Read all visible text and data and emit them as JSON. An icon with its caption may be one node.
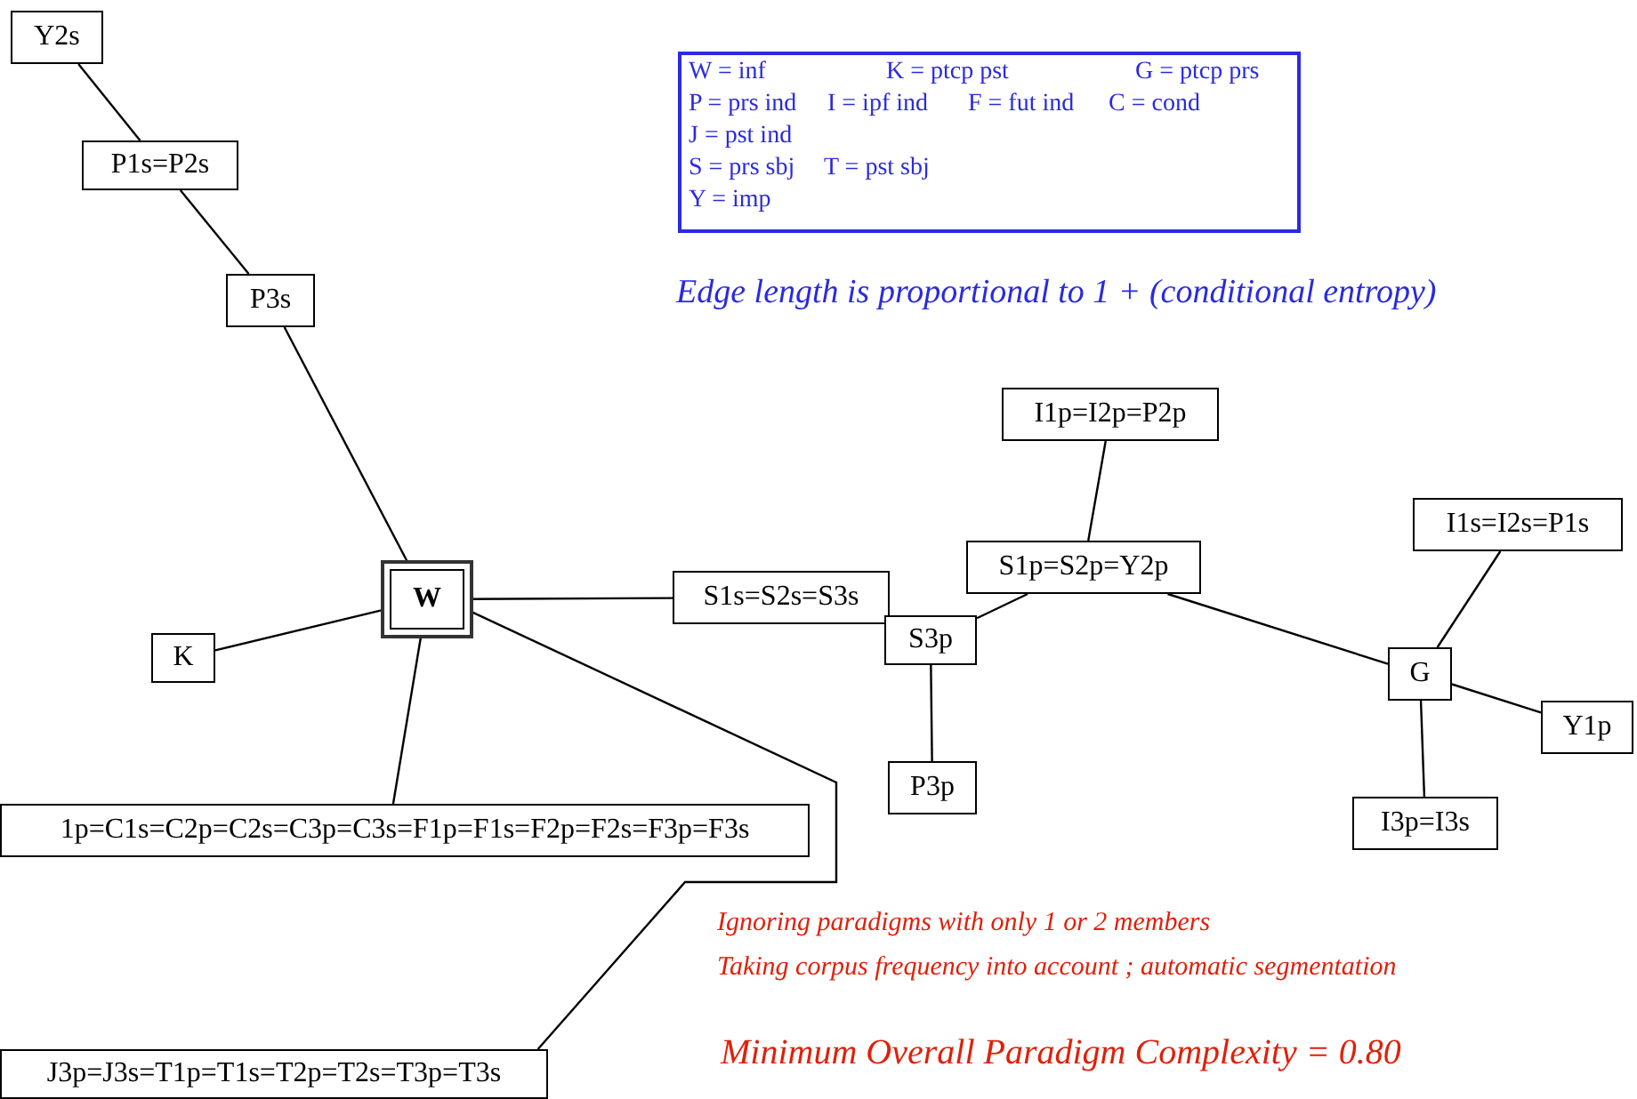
{
  "diagram": {
    "nodes": [
      {
        "text": [
          "Y2s"
        ]
      },
      {
        "text": [
          "P1s=P2s"
        ]
      },
      {
        "text": [
          "P3s"
        ]
      },
      {
        "text": [
          "W"
        ]
      },
      {
        "text": [
          "K"
        ]
      },
      {
        "text": [
          "1p=C1s=C2p=C2s=C3p=C3s=F1p=F1s=F2p=F2s=F3p=F3s"
        ]
      },
      {
        "text": [
          "J3p=J3s=T1p=T1s=T2p=T2s=T3p=T3s"
        ]
      },
      {
        "text": [
          "S1s=S2s=S3s"
        ]
      },
      {
        "text": [
          "S3p"
        ]
      },
      {
        "text": [
          "P3p"
        ]
      },
      {
        "text": [
          "I1p=I2p=P2p"
        ]
      },
      {
        "text": [
          "S1p=S2p=Y2p"
        ]
      },
      {
        "text": [
          "G"
        ]
      },
      {
        "text": [
          "I1s=I2s=P1s"
        ]
      },
      {
        "text": [
          "Y1p"
        ]
      },
      {
        "text": [
          "I3p=I3s"
        ]
      }
    ],
    "edges": [
      {
        "from": 0,
        "to": 1,
        "arrow": "none"
      },
      {
        "from": 1,
        "to": 2,
        "arrow": "none"
      },
      {
        "from": 2,
        "to": 3,
        "arrow": "none"
      },
      {
        "from": 3,
        "to": 4,
        "arrow": "none"
      },
      {
        "from": 3,
        "to": 5,
        "arrow": "none"
      },
      {
        "from": 3,
        "to": 6,
        "arrow": "none"
      },
      {
        "from": 3,
        "to": 7,
        "arrow": "none"
      },
      {
        "from": 8,
        "to": 11,
        "arrow": "none"
      },
      {
        "from": 8,
        "to": 9,
        "arrow": "none"
      },
      {
        "from": 11,
        "to": 10,
        "arrow": "none"
      },
      {
        "from": 11,
        "to": 12,
        "arrow": "none"
      },
      {
        "from": 12,
        "to": 13,
        "arrow": "none"
      },
      {
        "from": 12,
        "to": 14,
        "arrow": "none"
      },
      {
        "from": 12,
        "to": 15,
        "arrow": "none"
      }
    ],
    "labels": [
      "W = inf",
      "K = ptcp pst",
      "G = ptcp prs",
      "P = prs ind",
      "I = ipf ind",
      "F = fut ind",
      "C = cond",
      "J = pst ind",
      "S = prs sbj",
      "T = pst sbj",
      "Y = imp",
      "Edge length is proportional to 1 + (conditional entropy)",
      "Ignoring paradigms with only 1 or 2 members",
      "Taking corpus frequency into account ; automatic segmentation",
      "Minimum Overall Paradigm Complexity = 0.80"
    ]
  }
}
